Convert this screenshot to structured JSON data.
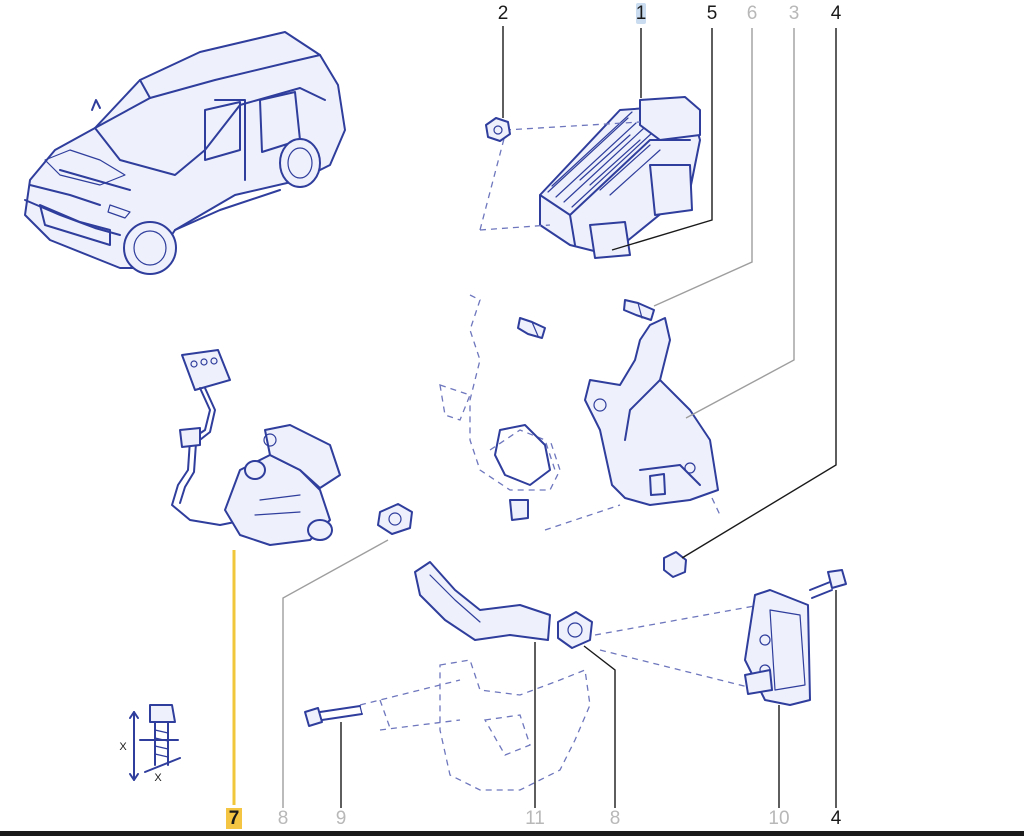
{
  "callouts": {
    "c1": "1",
    "c2": "2",
    "c3": "3",
    "c4_top": "4",
    "c5": "5",
    "c6": "6",
    "c7": "7",
    "c8_left": "8",
    "c9": "9",
    "c10": "10",
    "c11": "11",
    "c8_right": "8",
    "c4_bottom": "4"
  },
  "torque_symbol": {
    "x_top": "X",
    "x_bottom": "X"
  },
  "colors": {
    "line_art": "#2f3d9c",
    "callout_dark": "#1a1a1a",
    "callout_grey": "#b8b8b8",
    "highlight_1": "#c9dcf0",
    "highlight_7": "#f4c542"
  }
}
